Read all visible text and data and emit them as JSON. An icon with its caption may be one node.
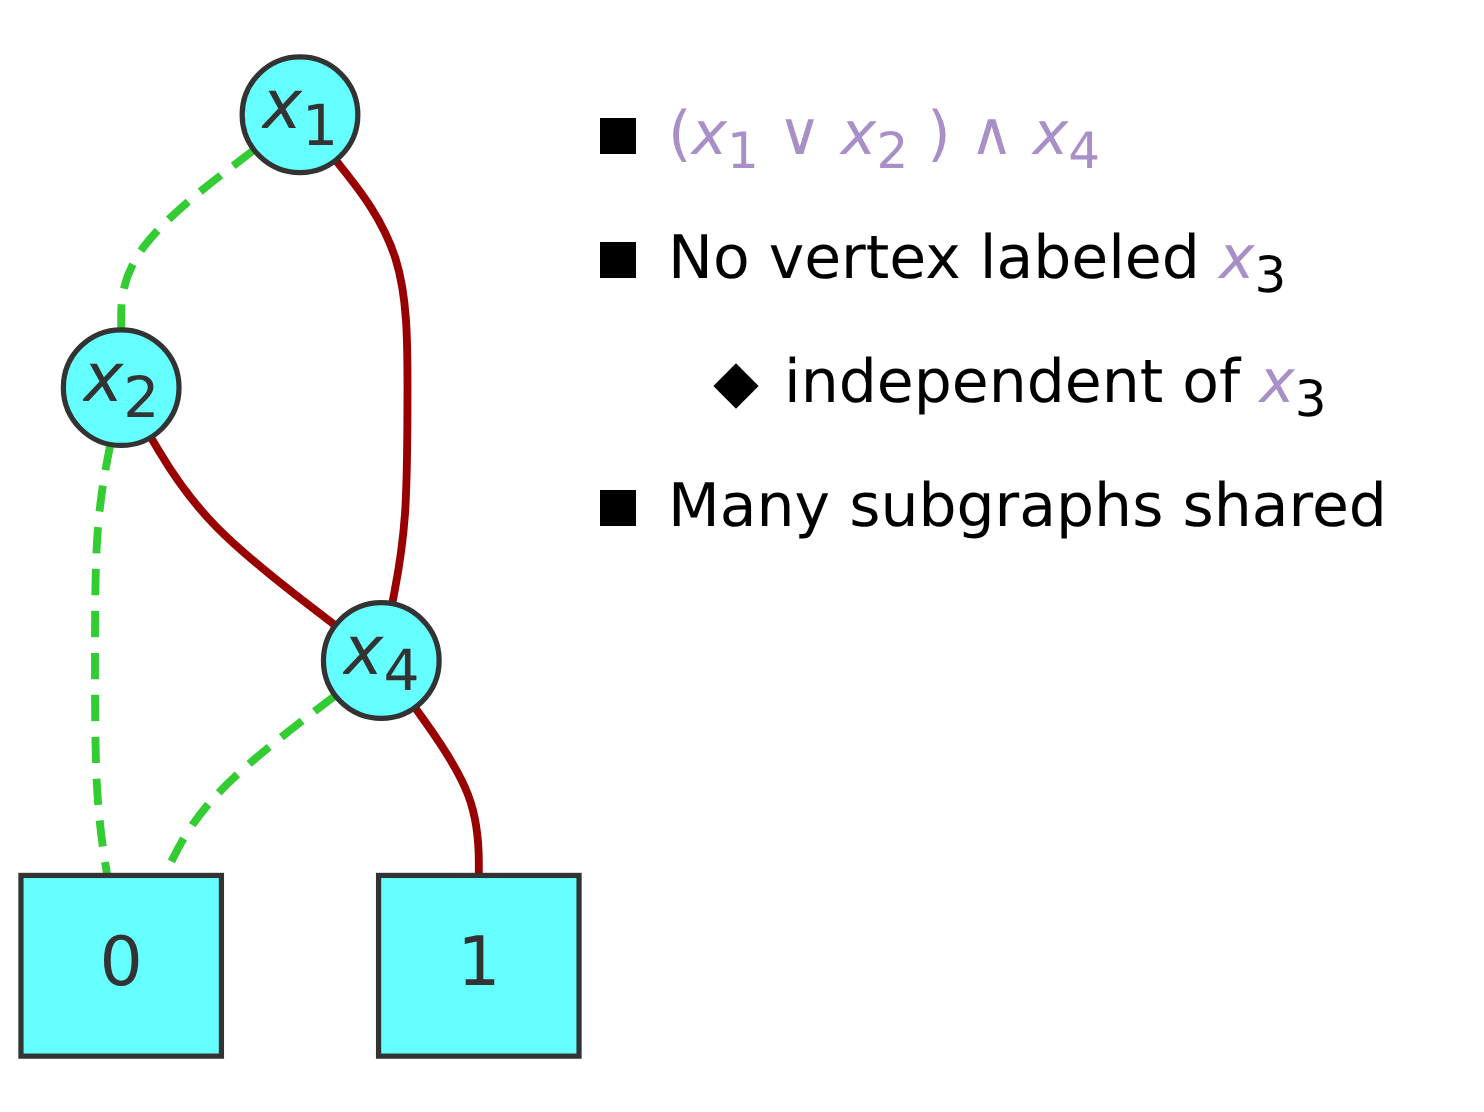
{
  "diagram": {
    "nodes": [
      {
        "text": [
          "*x*$_{1}$"
        ]
      },
      {
        "text": [
          "*x*$_{2}$"
        ]
      },
      {
        "text": [
          "*x*$_{4}$"
        ]
      },
      {
        "text": [
          "0"
        ]
      },
      {
        "text": [
          "1"
        ]
      }
    ],
    "edges": [
      {
        "from": 0,
        "to": 1,
        "arrow": "none",
        "style": "dashed",
        "color": "#33cc33"
      },
      {
        "from": 0,
        "to": 2,
        "arrow": "none",
        "color": "#990000"
      },
      {
        "from": 1,
        "to": 3,
        "arrow": "none",
        "style": "dashed",
        "color": "#33cc33"
      },
      {
        "from": 1,
        "to": 2,
        "arrow": "none",
        "color": "#990000"
      },
      {
        "from": 2,
        "to": 3,
        "arrow": "none",
        "style": "dashed",
        "color": "#33cc33"
      },
      {
        "from": 2,
        "to": 4,
        "arrow": "none",
        "color": "#990000"
      }
    ],
    "labels": [
      "(*x*$_{1}$ ∨ *x*$_{2}$ ) ∧ *x*$_{4}$",
      "No vertex labeled *x*$_{3}$",
      "independent of *x*$_{3}$",
      "Many subgraphs shared"
    ]
  }
}
